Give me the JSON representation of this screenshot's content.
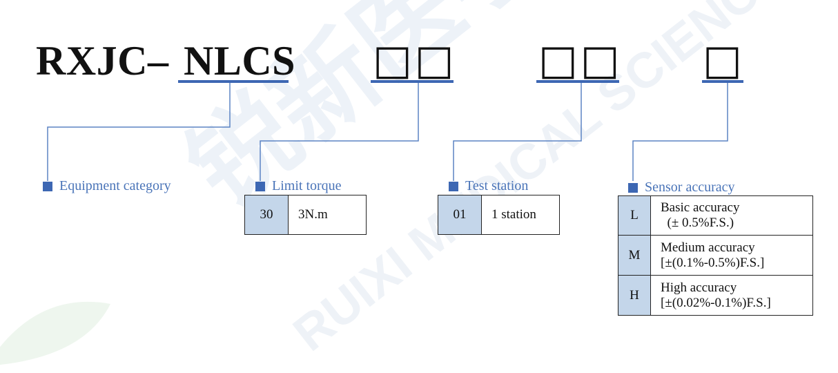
{
  "watermark": {
    "cn": "锐新医学",
    "en": "RUIXI MEDICAL SCIENCE"
  },
  "model": {
    "prefix": "RXJC–",
    "series": "NLCS",
    "slot_torque": "□□",
    "slot_station": "□□",
    "slot_accuracy": "□"
  },
  "equipment": {
    "label": "Equipment category"
  },
  "torque": {
    "label": "Limit torque",
    "rows": [
      {
        "code": "30",
        "desc": "3N.m"
      }
    ]
  },
  "station": {
    "label": "Test station",
    "rows": [
      {
        "code": "01",
        "desc": "1 station"
      }
    ]
  },
  "accuracy": {
    "label": "Sensor accuracy",
    "rows": [
      {
        "code": "L",
        "line1": "Basic accuracy",
        "line2": "  (± 0.5%F.S.)"
      },
      {
        "code": "M",
        "line1": "Medium accuracy",
        "line2": "[±(0.1%-0.5%)F.S.]"
      },
      {
        "code": "H",
        "line1": "High accuracy",
        "line2": "[±(0.02%-0.1%)F.S.]"
      }
    ]
  },
  "colors": {
    "accent": "#3d67b3",
    "label_text": "#4a74b8",
    "cell_fill": "#c4d6ea",
    "watermark": "#e6edf5"
  }
}
